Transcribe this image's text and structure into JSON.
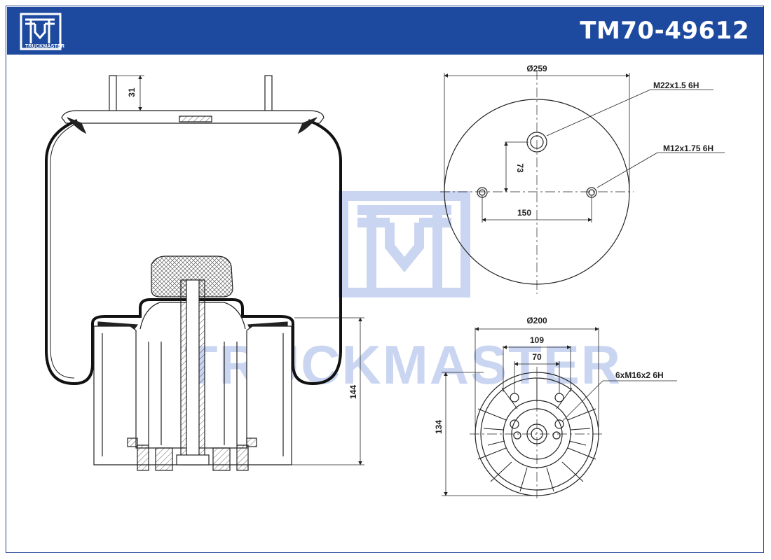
{
  "header": {
    "brand": "TRUCKMASTER",
    "part_number": "TM70-49612",
    "background_color": "#1d4a9e"
  },
  "watermark": {
    "text": "TRUCKMASTER",
    "color": "#9fb6e6"
  },
  "side_view": {
    "stud_height": "31",
    "piston_height": "144"
  },
  "top_view": {
    "diameter": "Ø259",
    "center_thread": "M22x1.5 6H",
    "side_thread": "M12x1.75 6H",
    "center_offset": "73",
    "stud_spacing": "150"
  },
  "bottom_view": {
    "diameter": "Ø200",
    "width_outer": "109",
    "width_inner": "70",
    "thread": "6xM16x2 6H",
    "height": "134"
  }
}
